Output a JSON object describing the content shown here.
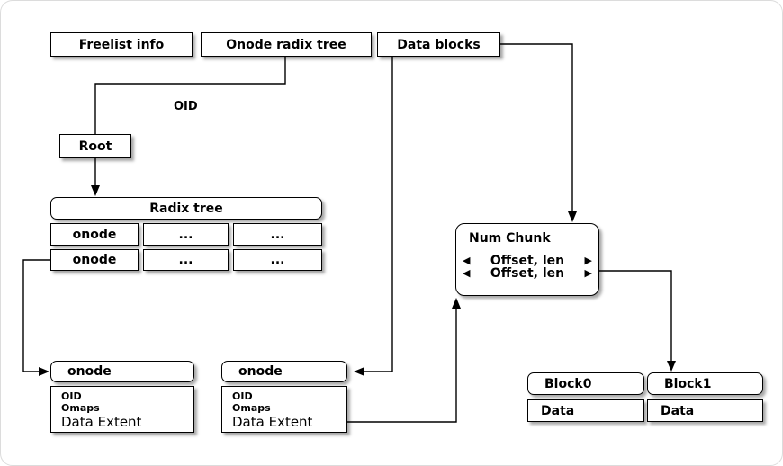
{
  "top_boxes": [
    {
      "label": "Freelist info"
    },
    {
      "label": "Onode radix tree"
    },
    {
      "label": "Data blocks"
    }
  ],
  "edge_labels": {
    "oid": "OID"
  },
  "root": {
    "label": "Root"
  },
  "radix_tree": {
    "title": "Radix tree",
    "rows": [
      [
        "onode",
        "...",
        "..."
      ],
      [
        "onode",
        "...",
        "..."
      ]
    ]
  },
  "num_chunk": {
    "title": "Num Chunk",
    "entries": [
      "Offset, len",
      "Offset, len"
    ],
    "left_arrow_icon": "◀",
    "right_arrow_icon": "▶"
  },
  "onode_detail_left": {
    "title": "onode",
    "fields": [
      "OID",
      "Omaps",
      "Data Extent"
    ]
  },
  "onode_detail_middle": {
    "title": "onode",
    "fields": [
      "OID",
      "Omaps",
      "Data Extent"
    ]
  },
  "block_columns": [
    {
      "title": "Block0",
      "cell": "Data"
    },
    {
      "title": "Block1",
      "cell": "Data"
    }
  ],
  "colors": {
    "box_fill": "#ffffff",
    "box_border": "#000000",
    "line": "#000000",
    "background": "#ffffff"
  }
}
